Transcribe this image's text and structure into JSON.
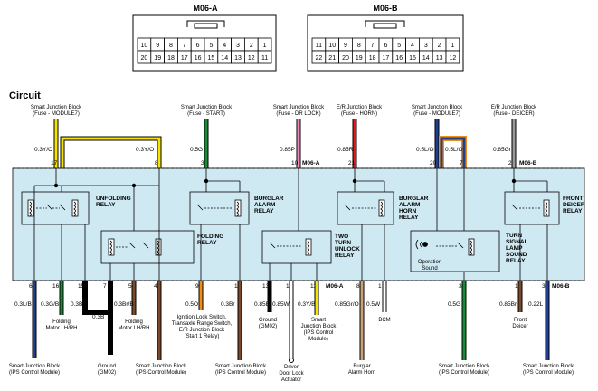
{
  "connectors": [
    {
      "title": "M06-A",
      "top": [
        "10",
        "9",
        "8",
        "7",
        "6",
        "5",
        "4",
        "3",
        "2",
        "1"
      ],
      "bottom": [
        "20",
        "19",
        "18",
        "17",
        "16",
        "15",
        "14",
        "13",
        "12",
        "11"
      ]
    },
    {
      "title": "M06-B",
      "top": [
        "11",
        "10",
        "9",
        "8",
        "7",
        "6",
        "5",
        "4",
        "3",
        "2",
        "1"
      ],
      "bottom": [
        "22",
        "21",
        "20",
        "19",
        "18",
        "17",
        "16",
        "15",
        "14",
        "13",
        "12"
      ]
    }
  ],
  "circuit_title": "Circuit",
  "connector_labels": {
    "a": "M06-A",
    "b": "M06-B"
  },
  "top_sources": [
    {
      "line1": "Smart Junction Block",
      "line2": "(Fuse - MODULE7)"
    },
    {
      "line1": "Smart Junction Block",
      "line2": "(Fuse - START)"
    },
    {
      "line1": "Smart Junction Block",
      "line2": "(Fuse - DR LOCK)"
    },
    {
      "line1": "E/R Junction Block",
      "line2": "(Fuse - HORN)"
    },
    {
      "line1": "Smart Junction Block",
      "line2": "(Fuse - MODULE7)"
    },
    {
      "line1": "E/R Junction Block",
      "line2": "(Fuse - DEICER)"
    }
  ],
  "top_wires": [
    {
      "label": "0.3Y/O",
      "pin": "17"
    },
    {
      "label": "0.3Y/O",
      "pin": "8"
    },
    {
      "label": "0.5G",
      "pin": "3"
    },
    {
      "label": "0.85P",
      "pin": "10"
    },
    {
      "label": "0.85R",
      "pin": "21"
    },
    {
      "label": "0.5L/O",
      "pin": "20"
    },
    {
      "label": "0.5L/O",
      "pin": "7"
    },
    {
      "label": "0.85Gr",
      "pin": "2"
    }
  ],
  "relays": [
    {
      "l1": "UNFOLDING",
      "l2": "RELAY",
      "l3": ""
    },
    {
      "l1": "FOLDING",
      "l2": "RELAY",
      "l3": ""
    },
    {
      "l1": "BURGLAR",
      "l2": "ALARM",
      "l3": "RELAY"
    },
    {
      "l1": "TWO",
      "l2": "TURN",
      "l3": "UNLOCK",
      "l4": "RELAY"
    },
    {
      "l1": "BURGLAR",
      "l2": "ALARM",
      "l3": "HORN",
      "l4": "RELAY"
    },
    {
      "l1": "FRONT",
      "l2": "DEICER",
      "l3": "RELAY"
    },
    {
      "l1": "TURN",
      "l2": "SIGNAL",
      "l3": "LAMP",
      "l4": "SOUND",
      "l5": "RELAY"
    }
  ],
  "operation_sound": {
    "l1": "Operation",
    "l2": "Sound"
  },
  "bottom_pins": [
    "6",
    "16",
    "15",
    "7",
    "5",
    "4",
    "9",
    "1",
    "13",
    "10",
    "11",
    "8",
    "1",
    "3",
    "1",
    "3"
  ],
  "bottom_wires": [
    "0.3L/B",
    "0.3G/B",
    "0.3B",
    "0.3B",
    "0.3Br/B",
    "0.5O",
    "0.3Br",
    "0.85B",
    "0.85W",
    "0.3Y/B",
    "0.85Gr/O",
    "0.5W",
    "0.5G",
    "0.85Br",
    "0.22L"
  ],
  "bottom_mid": [
    {
      "l1": "Folding",
      "l2": "Motor LH/RH"
    },
    {
      "l1": "Folding",
      "l2": "Motor LH/RH"
    },
    {
      "l1": "Ignition Lock Switch,",
      "l2": "Transaxle Range Switch,",
      "l3": "E/R Junction Block",
      "l4": "(Start 1 Relay)"
    },
    {
      "l1": "Ground",
      "l2": "(GM02)"
    },
    {
      "l1": "Smart",
      "l2": "Junction Block",
      "l3": "(IPS Control",
      "l4": "Module)"
    },
    {
      "l1": "BCM"
    },
    {
      "l1": "Front",
      "l2": "Deicer"
    }
  ],
  "bottom_dest": [
    {
      "l1": "Smart Junction Block",
      "l2": "(IPS Control Module)"
    },
    {
      "l1": "Ground",
      "l2": "(GM02)"
    },
    {
      "l1": "Smart Junction Block",
      "l2": "(IPS Control Module)"
    },
    {
      "l1": "Smart Junction Block",
      "l2": "(IPS Control Module)"
    },
    {
      "l1": "Driver",
      "l2": "Door Lock",
      "l3": "Actuator"
    },
    {
      "l1": "Burglar",
      "l2": "Alarm Horn"
    },
    {
      "l1": "Smart Junction Block",
      "l2": "(IPS Control Module)"
    },
    {
      "l1": "Smart Junction Block",
      "l2": "(IPS Control Module)"
    }
  ],
  "colors": {
    "module_fill": "#cfe9f2",
    "yellow": "#f5e400",
    "green": "#1a8a3a",
    "pink": "#f28ac0",
    "red": "#e8141c",
    "blue": "#1f3f8f",
    "gray": "#999999",
    "orange": "#f08c1a",
    "brown": "#7a4a2a",
    "tan": "#c8a27a"
  }
}
